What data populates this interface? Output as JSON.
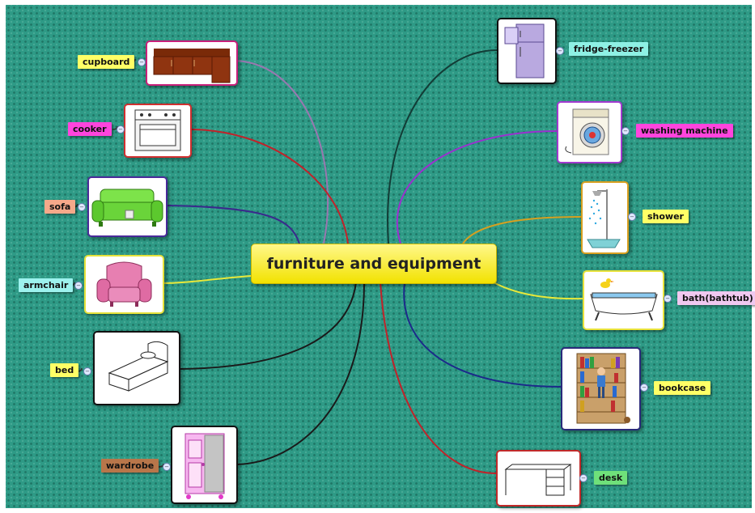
{
  "central": "furniture and equipment",
  "topics": {
    "cupboard": "cupboard",
    "cooker": "cooker",
    "sofa": "sofa",
    "armchair": "armchair",
    "bed": "bed",
    "wardrobe": "wardrobe",
    "fridge": "fridge-freezer",
    "washing": "washing machine",
    "shower": "shower",
    "bath": "bath(bathtub)",
    "bookcase": "bookcase",
    "desk": "desk"
  },
  "colors": {
    "background": "#2e9a86",
    "central": "#f2e200",
    "cupboard": "#ffff66",
    "cooker": "#ff44dd",
    "sofa": "#f6a98a",
    "armchair": "#9df2ee",
    "bed": "#ffff66",
    "wardrobe": "#b8764a",
    "fridge": "#8ef0e4",
    "washing": "#ff44dd",
    "shower": "#ffff66",
    "bath": "#f0c8f0",
    "bookcase": "#ffff66",
    "desk": "#6fe07a"
  }
}
